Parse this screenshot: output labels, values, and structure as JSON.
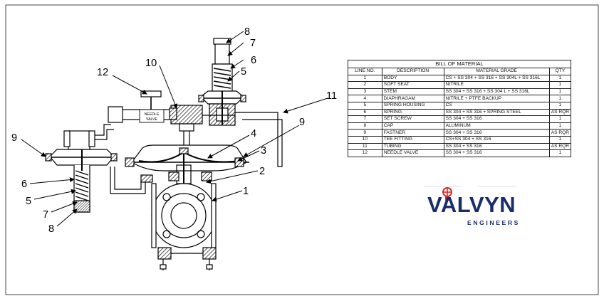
{
  "callouts": {
    "c1": "1",
    "c2": "2",
    "c3": "3",
    "c4": "4",
    "c5a": "5",
    "c5b": "5",
    "c6a": "6",
    "c6b": "6",
    "c7a": "7",
    "c7b": "7",
    "c8a": "8",
    "c8b": "8",
    "c9a": "9",
    "c9b": "9",
    "c10": "10",
    "c11": "11",
    "c12": "12"
  },
  "needle_valve_tag": [
    "NEEDLE",
    "VALVE"
  ],
  "bom": {
    "title": "BILL OF MATERIAL",
    "headers": [
      "LINE NO.",
      "DESCRIPTION",
      "MATERIAL GRADE",
      "QTY"
    ],
    "rows": [
      [
        "1",
        "BODY",
        "CS + SS 304 + SS 316 + SS 304L + SS 316L",
        "1"
      ],
      [
        "2",
        "SOFT SEAT",
        "NITRILE",
        "1"
      ],
      [
        "3",
        "STEM",
        "SS 304 + SS 316 + SS 304 L + SS 316L",
        "1"
      ],
      [
        "4",
        "DIAPHRAGAM",
        "NITRILE + PTFE BACKUP",
        "1"
      ],
      [
        "5",
        "SPRING HOUSING",
        "CS",
        "1"
      ],
      [
        "6",
        "SPRING",
        "SS 304 + SS 316 + SPRING STEEL",
        "AS RQR"
      ],
      [
        "7",
        "SET SCREW",
        "SS 304 + SS 316",
        "1"
      ],
      [
        "8",
        "CAP",
        "ALUMINUM",
        "1"
      ],
      [
        "9",
        "FASTNER",
        "SS 304 + SS 316",
        "AS RQR"
      ],
      [
        "10",
        "TEE FITTING",
        "CS+SS 304 + SS 316",
        "1"
      ],
      [
        "11",
        "TUBING",
        "SS 304 + SS 316",
        "AS RQR"
      ],
      [
        "12",
        "NEEDLE VALVE",
        "SS 304 + SS 316",
        "1"
      ]
    ]
  },
  "logo": {
    "word": "VALVYN",
    "sub": "ENGINEERS"
  },
  "colors": {
    "brand_navy": "#1a2d6b",
    "brand_red": "#d92b2b"
  }
}
